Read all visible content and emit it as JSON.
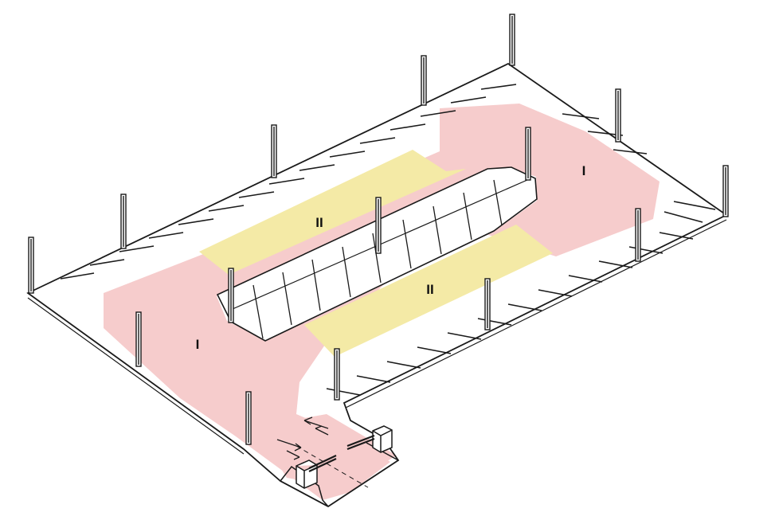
{
  "zone_labels": {
    "upper_main": "II",
    "lower_main": "II",
    "right_turn": "I",
    "left_entry": "I"
  },
  "colors": {
    "zone_I": "#f6cccc",
    "zone_II": "#f4eaa6",
    "ink": "#1a1a1a",
    "background": "#ffffff"
  }
}
